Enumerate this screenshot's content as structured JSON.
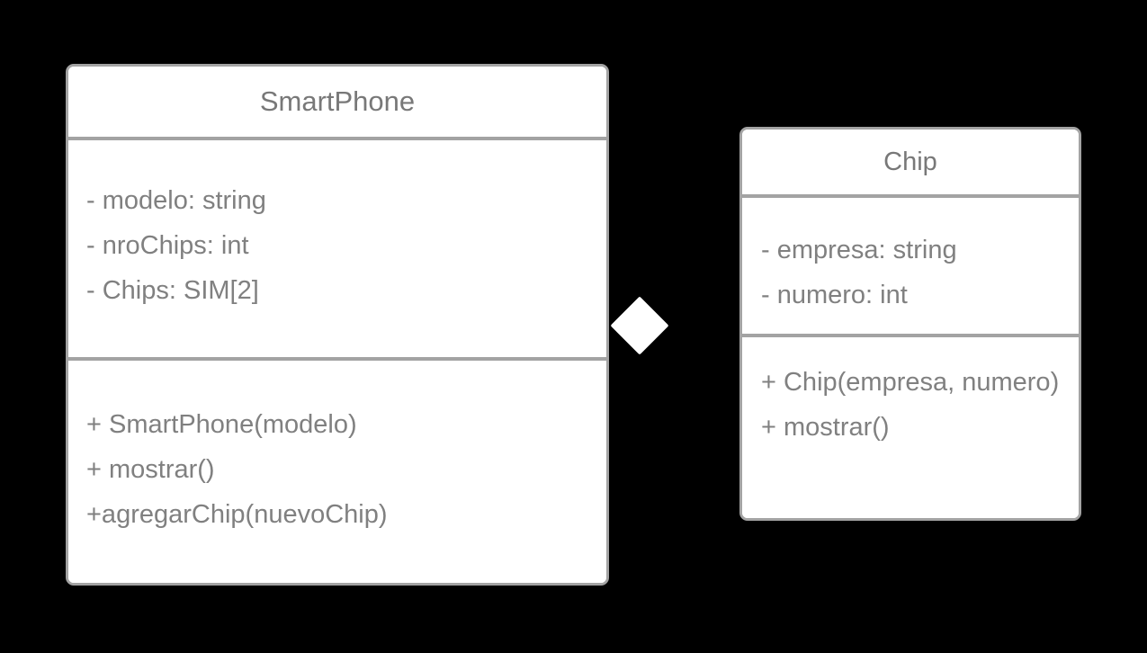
{
  "diagram": {
    "kind": "uml-class-diagram",
    "background_color": "#000000",
    "box_fill_color": "#ffffff",
    "box_border_color": "#a3a3a3",
    "text_color": "#808080",
    "relationship": {
      "type": "composition",
      "marker": "filled-diamond",
      "marker_color": "#ffffff",
      "source": "SmartPhone",
      "target": "Chip"
    }
  },
  "classes": [
    {
      "name": "SmartPhone",
      "attributes": [
        "- modelo: string",
        "- nroChips: int",
        "- Chips: SIM[2]"
      ],
      "methods": [
        "+ SmartPhone(modelo)",
        "+ mostrar()",
        "+agregarChip(nuevoChip)"
      ]
    },
    {
      "name": "Chip",
      "attributes": [
        "- empresa: string",
        "- numero: int"
      ],
      "methods": [
        "+ Chip(empresa, numero)",
        "+ mostrar()"
      ]
    }
  ]
}
